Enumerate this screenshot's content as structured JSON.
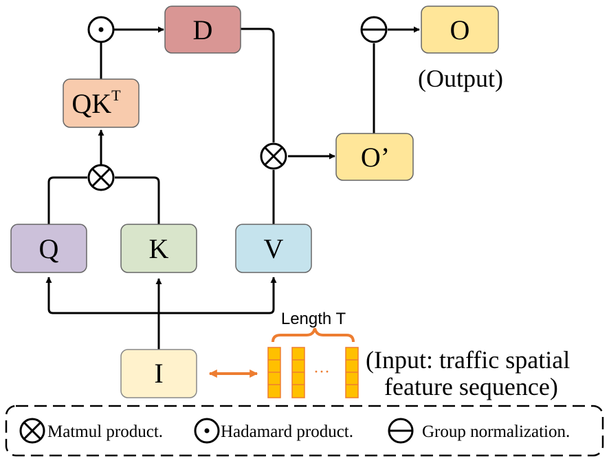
{
  "nodes": {
    "d": {
      "label": "D",
      "fill": "#d99694"
    },
    "o": {
      "label": "O",
      "fill": "#ffe699"
    },
    "qkt": {
      "label": "QK",
      "sup": "T",
      "fill": "#f8cbad"
    },
    "oprime": {
      "label": "O’",
      "fill": "#ffe699"
    },
    "q": {
      "label": "Q",
      "fill": "#ccc1da"
    },
    "k": {
      "label": "K",
      "fill": "#d9e5cb"
    },
    "v": {
      "label": "V",
      "fill": "#c5e3ed"
    },
    "i": {
      "label": "I",
      "fill": "#fff2cc"
    }
  },
  "annotations": {
    "output": "(Output)",
    "length": "Length T",
    "ellipsis": "···",
    "input_line1": "(Input: traffic spatial",
    "input_line2": "feature sequence)"
  },
  "legend": {
    "matmul": "Matmul product.",
    "hadamard": "Hadamard product.",
    "groupnorm": "Group normalization."
  },
  "colors": {
    "sequence_fill": "#ffc000",
    "sequence_stroke": "#ed7d31",
    "accent_orange": "#ed7d31",
    "line": "#000000"
  }
}
